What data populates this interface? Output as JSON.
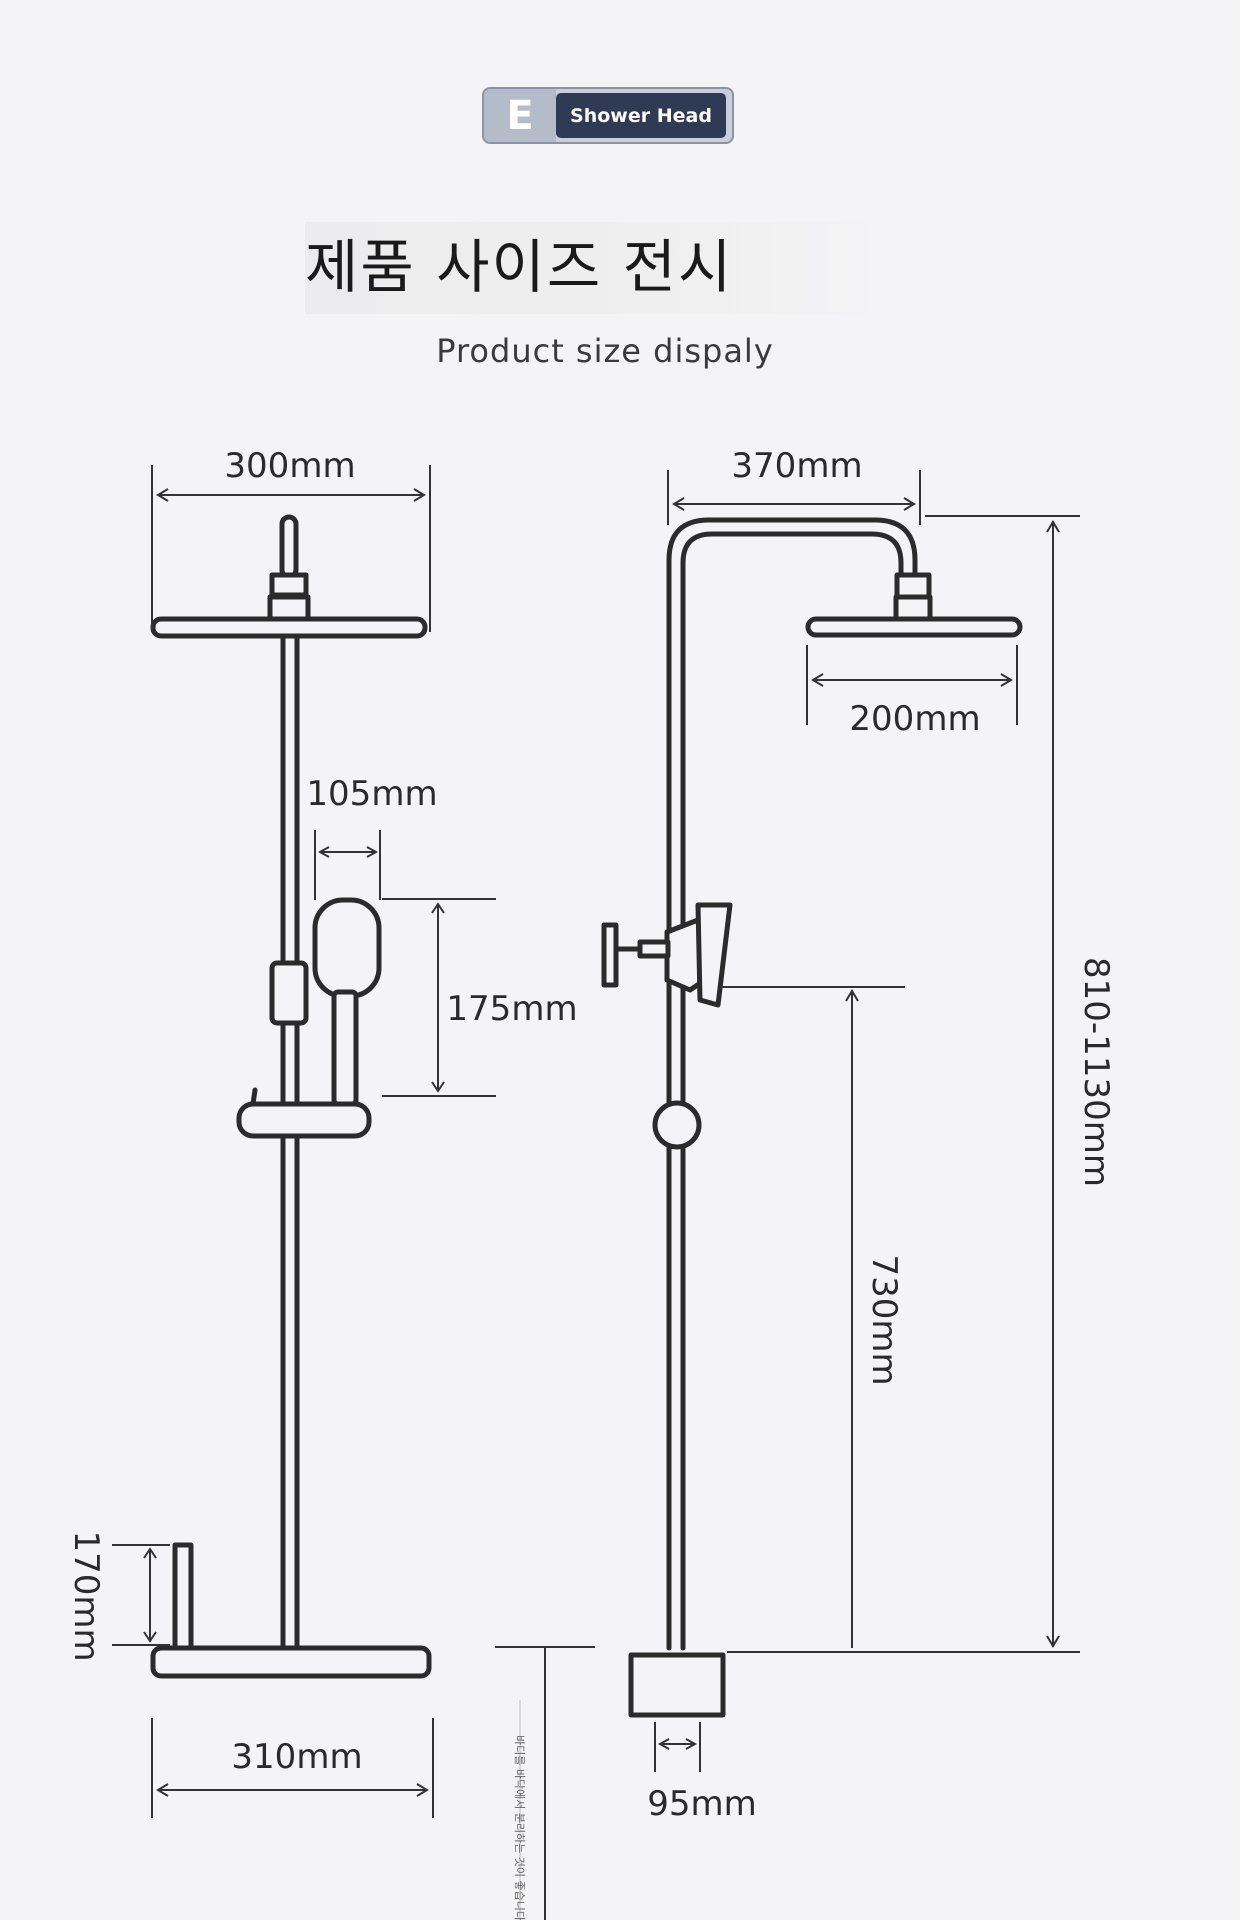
{
  "badge": {
    "logo_letter": "E",
    "label": "Shower Head"
  },
  "title": {
    "korean": "제품 사이즈 전시",
    "english": "Product size dispaly"
  },
  "dimensions": {
    "top_width": "300mm",
    "handheld_width": "105mm",
    "handheld_height": "175mm",
    "shelf_height": "170mm",
    "base_width": "310mm",
    "arm_reach": "370mm",
    "head_diameter": "200mm",
    "total_height": "810-1130mm",
    "mixer_height": "730mm",
    "outlet_width": "95mm"
  },
  "note": "바디를 바닥에서 분리하는 것이 좋습니다"
}
